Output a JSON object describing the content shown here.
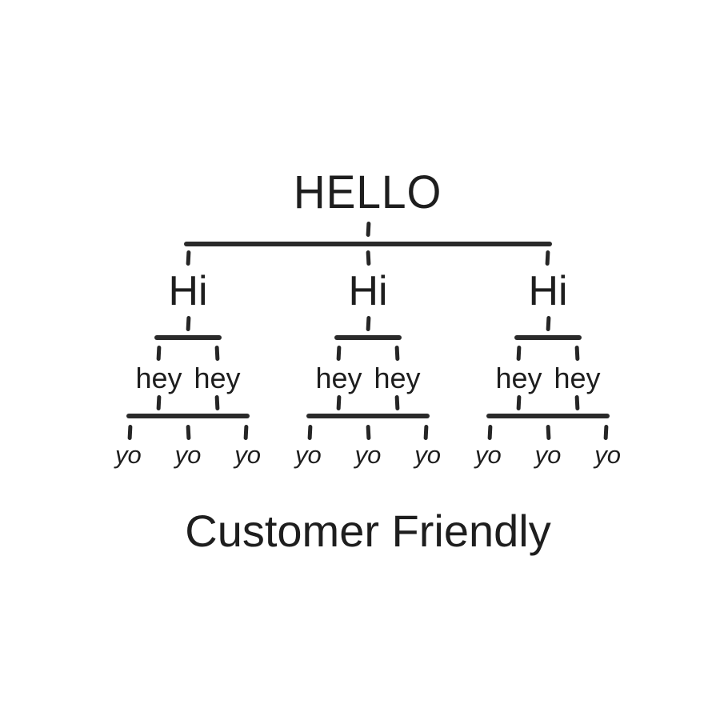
{
  "background": "#ffffff",
  "colors": {
    "text": "#1e1e1e",
    "line": "#2a2a2a"
  },
  "tree": {
    "root": "HELLO",
    "branches": [
      {
        "label": "Hi",
        "sub": [
          "hey",
          "hey"
        ],
        "leaves": [
          "yo",
          "yo",
          "yo"
        ]
      },
      {
        "label": "Hi",
        "sub": [
          "hey",
          "hey"
        ],
        "leaves": [
          "yo",
          "yo",
          "yo"
        ]
      },
      {
        "label": "Hi",
        "sub": [
          "hey",
          "hey"
        ],
        "leaves": [
          "yo",
          "yo",
          "yo"
        ]
      }
    ]
  },
  "caption": "Customer Friendly"
}
